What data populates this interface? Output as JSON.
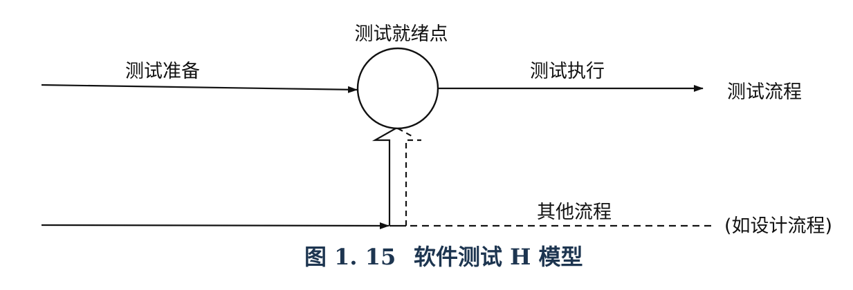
{
  "diagram": {
    "ready_point_label": "测试就绪点",
    "prep_label": "测试准备",
    "exec_label": "测试执行",
    "test_flow_label": "测试流程",
    "other_flow_label": "其他流程",
    "design_flow_label": "(如设计流程)"
  },
  "caption": {
    "number": "图 1. 15",
    "title": "软件测试 H 模型"
  }
}
